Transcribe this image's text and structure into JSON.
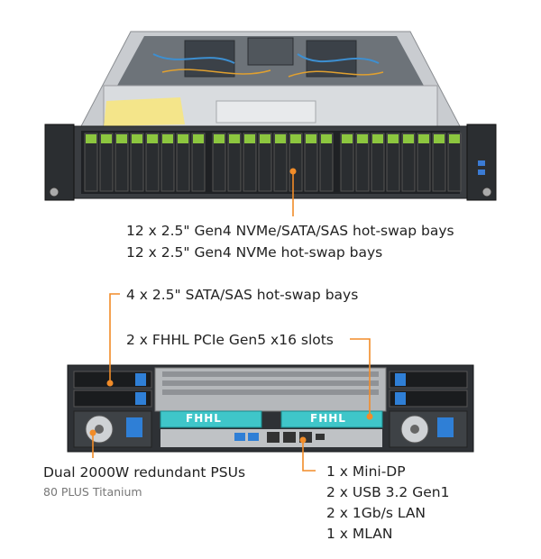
{
  "front": {
    "line1": "12 x 2.5\" Gen4 NVMe/SATA/SAS hot-swap bays",
    "line2": "12 x 2.5\" Gen4 NVMe hot-swap bays"
  },
  "rear": {
    "bays": "4 x 2.5\" SATA/SAS hot-swap bays",
    "pcie": "2 x FHHL PCIe Gen5 x16 slots",
    "slot_label_left": "FHHL",
    "slot_label_right": "FHHL",
    "psu_title": "Dual 2000W redundant PSUs",
    "psu_sub": "80 PLUS Titanium",
    "io": [
      "1 x Mini-DP",
      "2 x USB 3.2 Gen1",
      "2 x 1Gb/s LAN",
      "1 x MLAN"
    ]
  },
  "colors": {
    "accent": "#f28c28",
    "drive_green": "#8cc63f",
    "slot_cyan": "#3fc6c9"
  }
}
